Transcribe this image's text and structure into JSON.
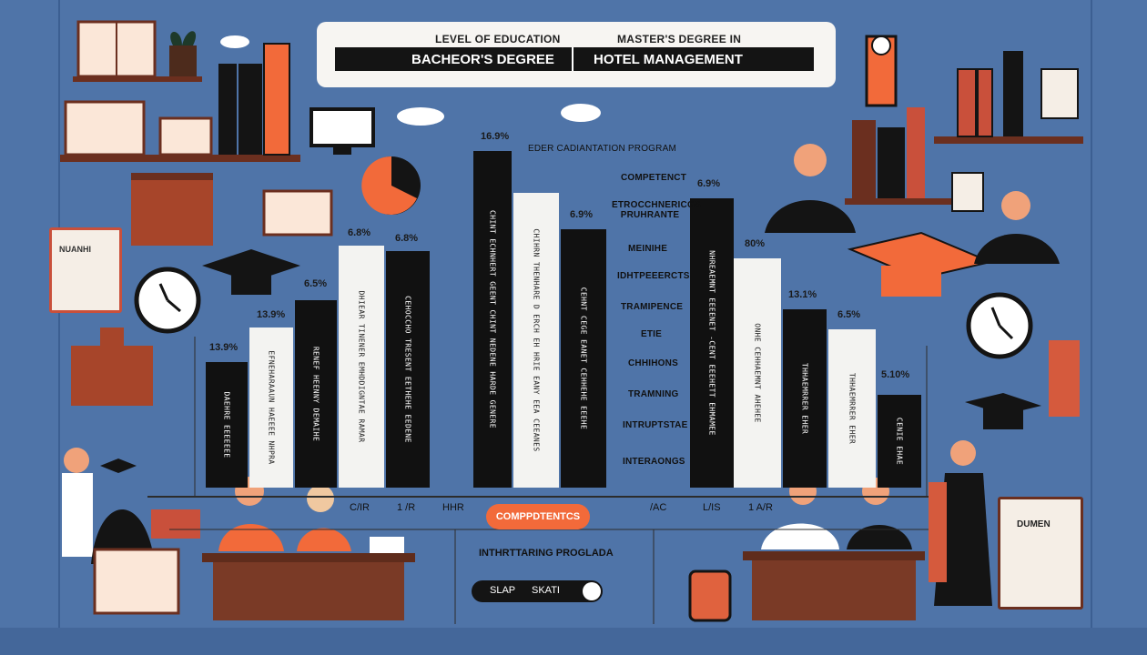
{
  "header": {
    "left_label": "LEVEL OF EDUCATION",
    "left_value": "BACHEOR'S DEGREE",
    "right_label": "MASTER'S DEGREE IN",
    "right_value": "HOTEL MANAGEMENT"
  },
  "bars": [
    {
      "pct": "13.9%",
      "text": "DAEHRE EEEEEEE"
    },
    {
      "pct": "13.9%",
      "text": "EFNEHARAAUN HAEEEE NHPRA"
    },
    {
      "pct": "6.5%",
      "text": "RENEF HEENNY DEMAIHE"
    },
    {
      "pct": "6.8%",
      "text": "DHIEAR TINENER EMHDDIGNTAE RAMAR"
    },
    {
      "pct": "6.8%",
      "text": "CEHOCCHO TRESENT EETHEHE EEDENE"
    },
    {
      "pct": "16.9%",
      "text": "CHINT ECHNHERT GEENT CHINT NEDENE HARDE GENERE"
    },
    {
      "pct": "",
      "text": "CHIHRN THENHARE D ERCH EH HRIE EANY EEA CEEANES"
    },
    {
      "pct": "6.9%",
      "text": "CEHNT CEGE EANET CEHHEHE EEEHE"
    },
    {
      "pct": "6.9%",
      "text": "NHREAEMNT EEEENET -CENT EEEHETT EHMAMEE"
    },
    {
      "pct": "80%",
      "text": "ONHE CEHHAEMNT AHEHEE"
    },
    {
      "pct": "13.1%",
      "text": "THHAEMRRER EHER"
    },
    {
      "pct": "6.5%",
      "text": "THHAEMRRER EHER"
    },
    {
      "pct": "5.10%",
      "text": "CENIE EHAE"
    }
  ],
  "top_note": "EDER CADIANTATION PROGRAM",
  "competencies": [
    "COMPETENCT",
    "ETROCCHNERICGS PRUHRANTE",
    "MEINIHE",
    "IDHTPEEERCTS",
    "TRAMIPENCE",
    "ETIE",
    "CHHIHONS",
    "TRAMNING",
    "INTRUPTSTAE",
    "INTERAONGS"
  ],
  "x_axis": [
    "C/IR",
    "1 /R",
    "HHR",
    "/AC",
    "L/IS",
    "1 A/R"
  ],
  "button": {
    "label": "COMPPDTENTCS"
  },
  "subtitle": "INTHRTTARING PROGLADA",
  "toggle": {
    "left": "SLAP",
    "right": "SKATI"
  },
  "clipboard_left": "NUANHI",
  "easel": "DUMEN",
  "colors": {
    "background": "#4f74a8",
    "accent": "#f26a3a",
    "dark": "#111111",
    "light": "#f3f3f1",
    "wood": "#7a3a26"
  }
}
